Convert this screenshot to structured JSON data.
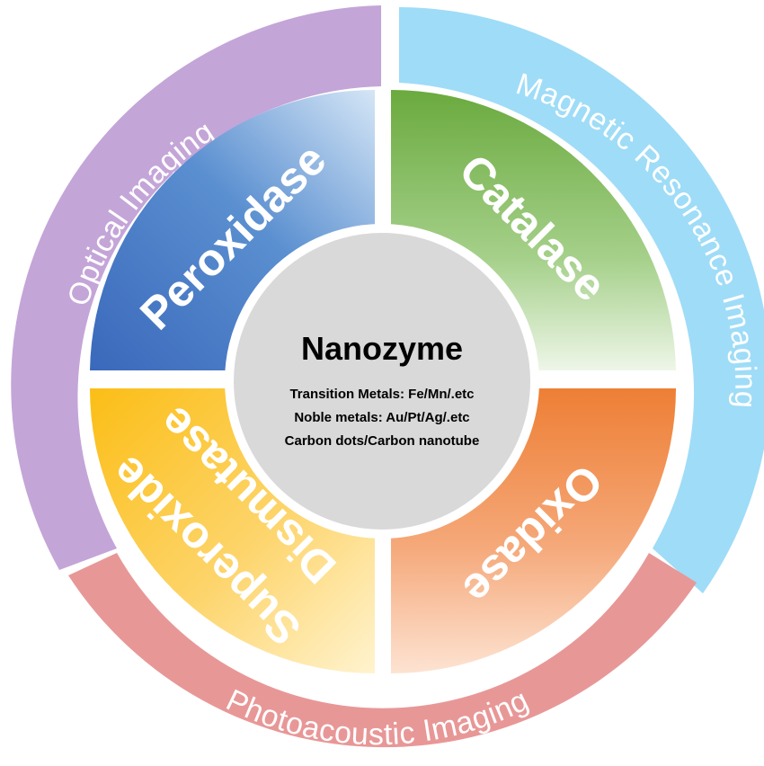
{
  "center": {
    "title": "Nanozyme",
    "lines": [
      "Transition Metals: Fe/Mn/.etc",
      "Noble metals: Au/Pt/Ag/.etc",
      "Carbon dots/Carbon nanotube"
    ]
  },
  "quadrants": {
    "peroxidase": "Peroxidase",
    "catalase": "Catalase",
    "oxidase": "Oxidase",
    "sod_line1": "Superoxide",
    "sod_line2": "Dismutase"
  },
  "ring": {
    "optical": "Optical Imaging",
    "mri": "Magnetic Resonance Imaging",
    "photoacoustic": "Photoacoustic Imaging"
  },
  "colors": {
    "optical": "#c4a5d8",
    "mri": "#9fdcf7",
    "photoacoustic": "#e89797",
    "peroxidase": "#3f6fc1",
    "catalase": "#6aaa3e",
    "oxidase": "#ee7f35",
    "sod": "#fcc21c",
    "center": "#d9d9d9"
  }
}
